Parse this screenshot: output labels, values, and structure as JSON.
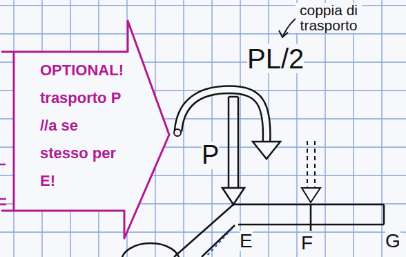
{
  "diagram": {
    "nodes": [
      {
        "text": [
          "OPTIONAL! trasporto P //a se stesso per E!"
        ]
      }
    ],
    "labels": [
      "coppia di trasporto",
      "PL/2",
      "P",
      "E",
      "F",
      "G"
    ]
  }
}
